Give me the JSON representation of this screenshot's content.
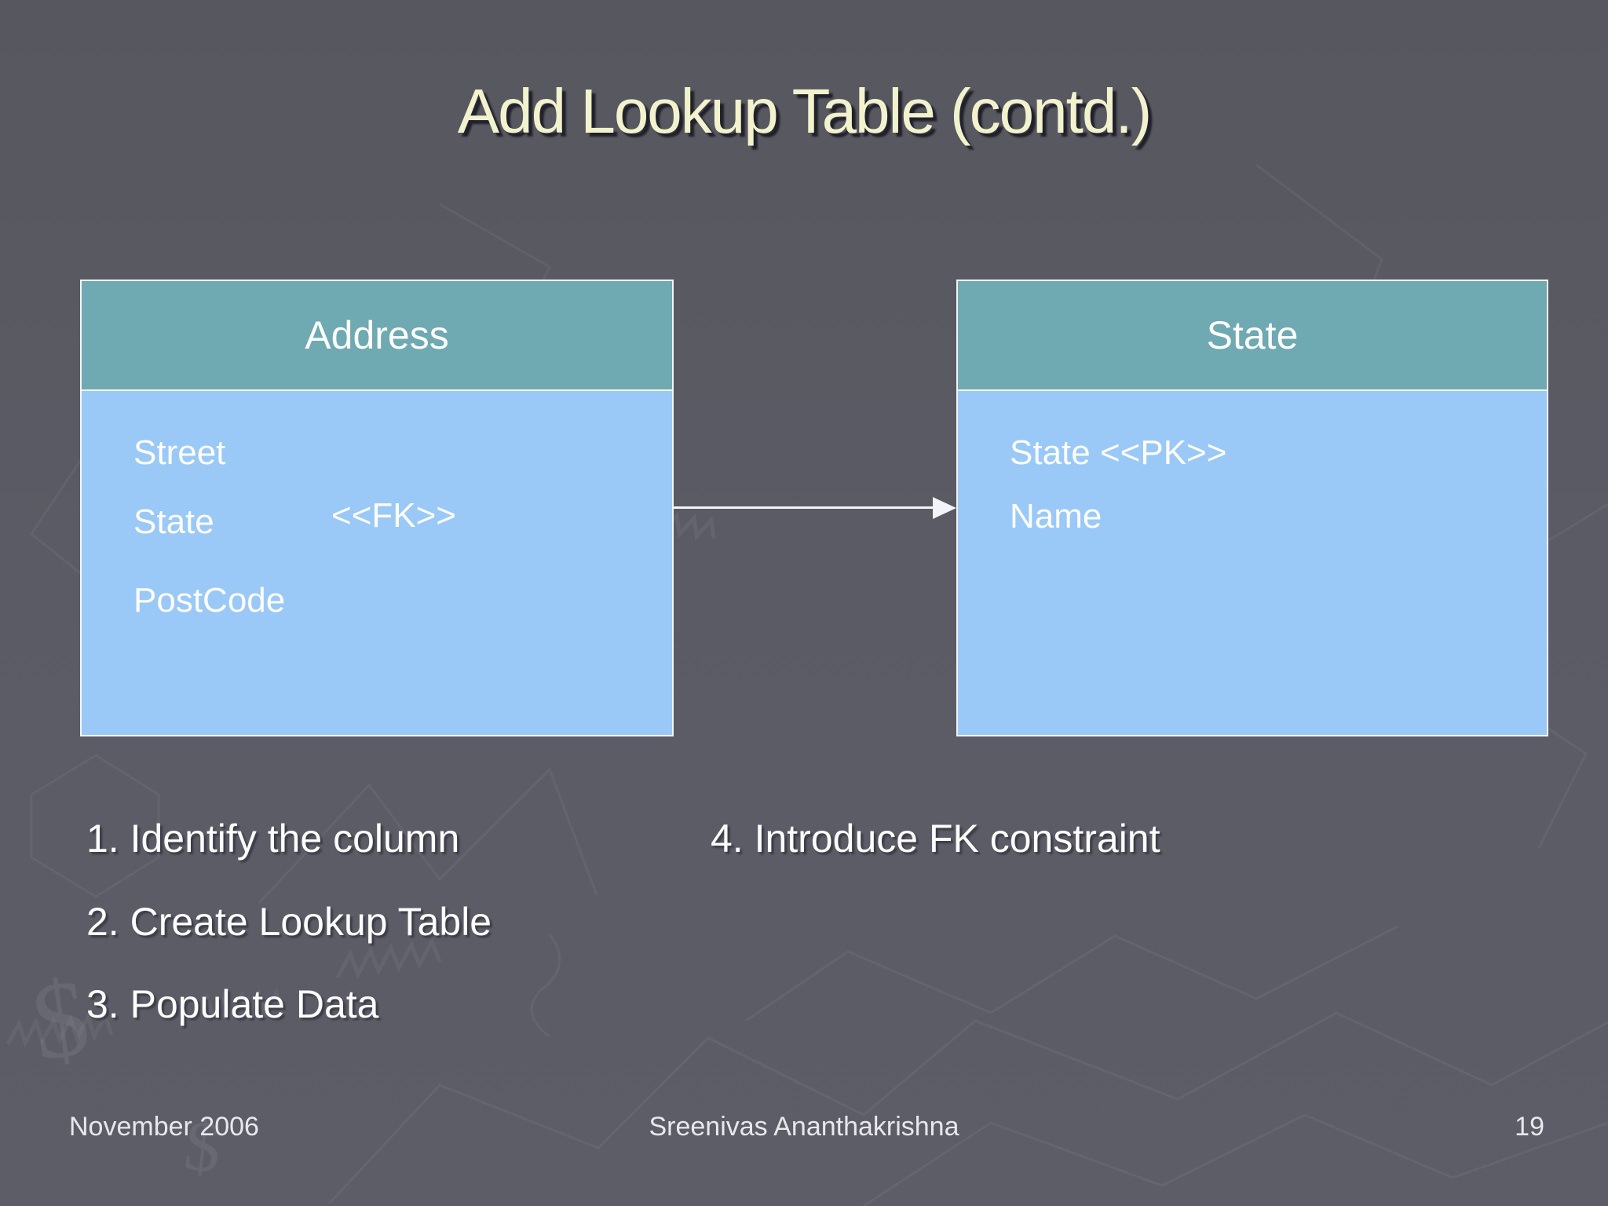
{
  "slide": {
    "title": "Add Lookup Table (contd.)"
  },
  "tables": {
    "address": {
      "title": "Address",
      "fields": [
        {
          "name": "Street",
          "tag": ""
        },
        {
          "name": "State",
          "tag": "<<FK>>"
        },
        {
          "name": "PostCode",
          "tag": ""
        }
      ]
    },
    "state": {
      "title": "State",
      "fields": [
        {
          "name": "State <<PK>>",
          "tag": ""
        },
        {
          "name": "Name",
          "tag": ""
        }
      ]
    }
  },
  "relationship": {
    "from": "Address.State",
    "to": "State",
    "arrow_direction": "right"
  },
  "steps": {
    "left": [
      "1. Identify the column",
      "2. Create Lookup Table",
      "3. Populate Data"
    ],
    "right": [
      "4. Introduce FK constraint"
    ]
  },
  "footer": {
    "date": "November 2006",
    "author": "Sreenivas Ananthakrishna",
    "page_number": "19"
  },
  "colors": {
    "background": "#5B5B65",
    "entity_header": "#6FA9B2",
    "entity_body": "#9AC9F7",
    "entity_border": "#F2F5F7",
    "title_text": "#F2F2CE",
    "body_text": "#FDFDFE",
    "footer_text": "#E8E8EC"
  }
}
